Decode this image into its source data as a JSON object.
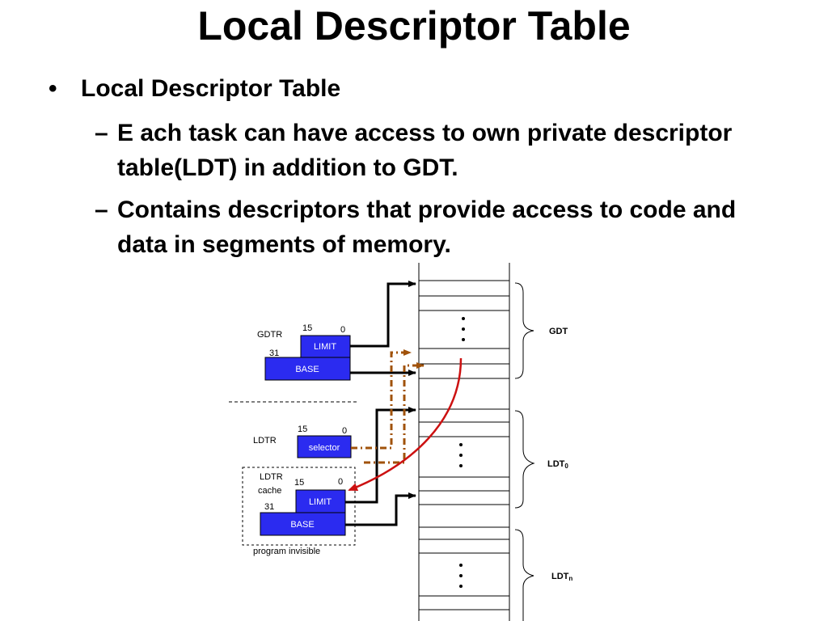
{
  "title": "Local Descriptor Table",
  "bullet": {
    "symbol": "•",
    "text": "Local Descriptor Table",
    "subs": [
      {
        "dash": "–",
        "text": "E ach task can have access to own private descriptor table(LDT) in addition to GDT."
      },
      {
        "dash": "–",
        "text": "Contains descriptors that provide access to code and data in segments of memory."
      }
    ]
  },
  "diagram": {
    "gdtr_label": "GDTR",
    "gdtr_bit_high": "15",
    "gdtr_bit_low": "0",
    "gdtr_bit_31": "31",
    "limit_label": "LIMIT",
    "base_label": "BASE",
    "ldtr_label": "LDTR",
    "ldtr_bit_high": "15",
    "ldtr_bit_low": "0",
    "selector_label": "selector",
    "cache_label_1": "LDTR",
    "cache_label_2": "cache",
    "cache_bit_high": "15",
    "cache_bit_low": "0",
    "cache_bit_31": "31",
    "cache_limit_label": "LIMIT",
    "cache_base_label": "BASE",
    "program_invisible": "program invisible",
    "gdt_label": "GDT",
    "ldt0_label": "LDT",
    "ldt0_sub": "0",
    "ldtn_label": "LDT",
    "ldtn_sub": "n",
    "colors": {
      "register": "#2b2bf0",
      "red_arrow": "#cc1111",
      "brown_arrow": "#a0520a"
    }
  }
}
